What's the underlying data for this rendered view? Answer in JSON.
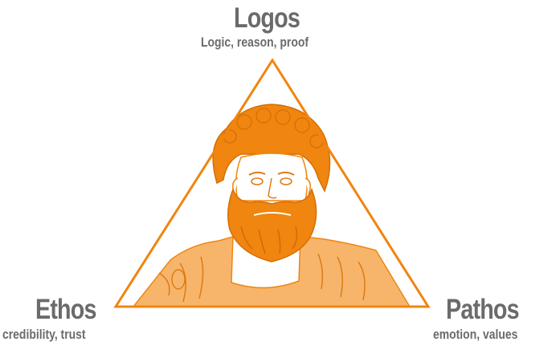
{
  "diagram": {
    "top": {
      "title": "Logos",
      "subtitle": "Logic, reason, proof"
    },
    "left": {
      "title": "Ethos",
      "subtitle": "credibility, trust"
    },
    "right": {
      "title": "Pathos",
      "subtitle": "emotion, values"
    }
  },
  "colors": {
    "accent": "#f0850f",
    "accent_light": "#f7b56c",
    "text": "#6b6b6b"
  },
  "icons": [
    "aristotle-bust-illustration"
  ]
}
